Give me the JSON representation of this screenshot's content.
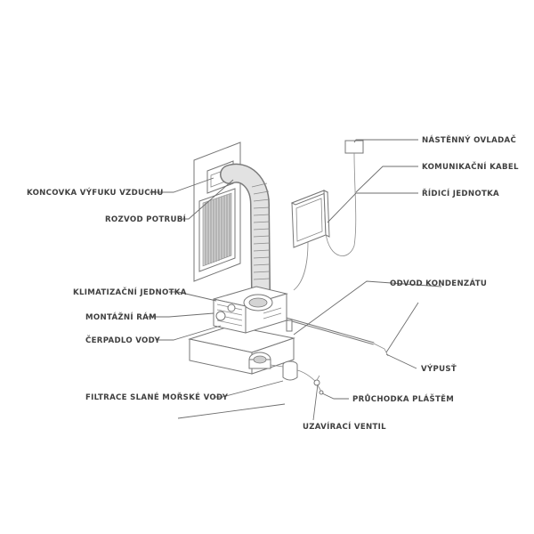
{
  "labels": {
    "nastenny_ovladac": "NÁSTĚNNÝ OVLADAČ",
    "komunikacni_kabel": "KOMUNIKAČNÍ KABEL",
    "ridici_jednotka": "ŘÍDICÍ JEDNOTKA",
    "koncovka_vyfuku": "KONCOVKA VÝFUKU VZDUCHU",
    "rozvod_potrubi": "ROZVOD POTRUBÍ",
    "odvod_kondenzatu": "ODVOD KONDENZÁTU",
    "klimatizacni_jednotka": "KLIMATIZAČNÍ JEDNOTKA",
    "montazni_ram": "MONTÁŽNÍ RÁM",
    "cerpadlo_vody": "ČERPADLO VODY",
    "vypust": "VÝPUSŤ",
    "filtrace": "FILTRACE SLANÉ MOŘSKÉ VODY",
    "pruchodka": "PRŮCHODKA PLÁŠTĚM",
    "uzaviraci_ventil": "UZAVÍRACÍ VENTIL"
  }
}
